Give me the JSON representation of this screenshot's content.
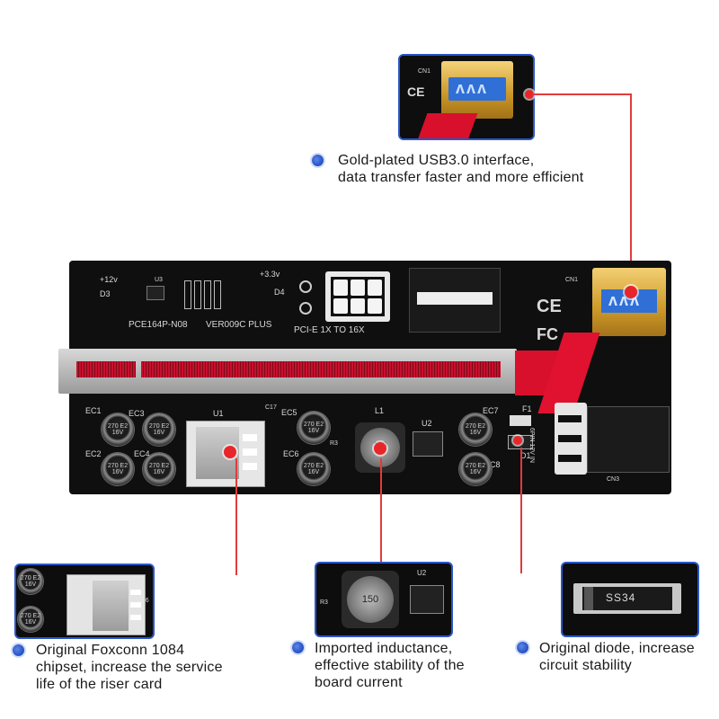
{
  "board": {
    "silkscreen": {
      "v12": "+12v",
      "v33": "+3.3v",
      "model": "PCE164P-N08",
      "version": "VER009C PLUS",
      "pcie": "PCI-E 1X TO 16X",
      "cn1": "CN1",
      "cn3": "CN3",
      "u1": "U1",
      "u2": "U2",
      "u3": "U3",
      "l1": "L1",
      "d1": "D1",
      "d3": "D3",
      "d4": "D4",
      "f1": "F1",
      "ec1": "EC1",
      "ec2": "EC2",
      "ec3": "EC3",
      "ec4": "EC4",
      "ec5": "EC5",
      "ec6": "EC6",
      "ec7": "EC7",
      "ec8": "EC8",
      "c17": "C17",
      "r3": "R3",
      "sixpin": "6PIN 12V IN",
      "ce": "CE",
      "fc": "FC"
    },
    "capacitor_label": "270 E2 16V",
    "inductor_label": "150",
    "diode_label": "SS34"
  },
  "features": [
    {
      "id": "usb",
      "line1": "Gold-plated USB3.0 interface,",
      "line2": "data transfer faster and more efficient"
    },
    {
      "id": "chipset",
      "line1": "Original Foxconn 1084",
      "line2": "chipset, increase the service",
      "line3": "life of the riser card"
    },
    {
      "id": "inductance",
      "line1": "Imported inductance,",
      "line2": "effective stability of the",
      "line3": "board current"
    },
    {
      "id": "diode",
      "line1": "Original diode, increase",
      "line2": "circuit stability"
    }
  ],
  "colors": {
    "accent": "#2a56c9",
    "pointer": "#e8262a",
    "pcb": "#0f0f10",
    "slot": "#c8102e",
    "usb_gold": "#d4a640"
  }
}
